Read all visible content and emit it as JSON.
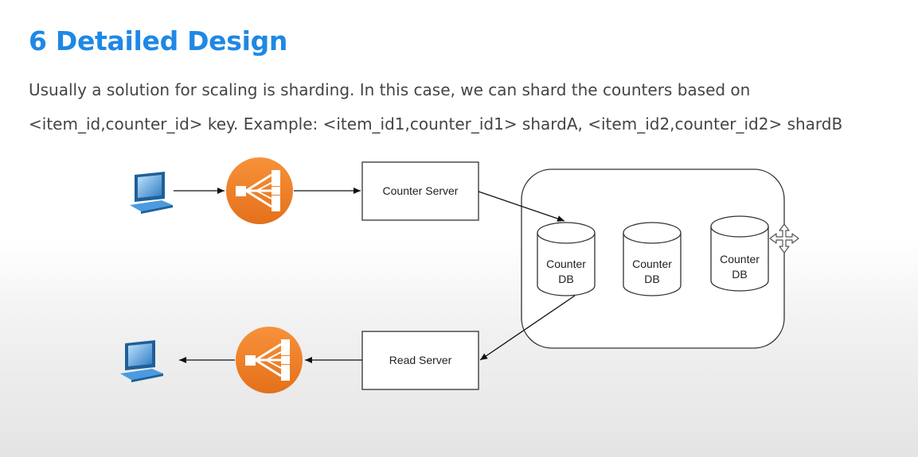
{
  "slide": {
    "title": "6 Detailed Design",
    "body_lines": [
      "Usually a solution for scaling is sharding. In this case, we can shard the counters based on",
      "<item_id,counter_id> key. Example: <item_id1,counter_id1> shardA, <item_id2,counter_id2> shardB"
    ]
  },
  "diagram": {
    "counter_server_label": "Counter Server",
    "read_server_label": "Read Server",
    "databases": [
      {
        "line1": "Counter",
        "line2": "DB"
      },
      {
        "line1": "Counter",
        "line2": "DB"
      },
      {
        "line1": "Counter",
        "line2": "DB"
      }
    ],
    "icons": {
      "client": "laptop-icon",
      "load_balancer": "load-balancer-icon",
      "cursor": "move-cursor-icon"
    },
    "colors": {
      "title": "#1e88e5",
      "load_balancer": "#f07e26",
      "laptop": "#3a8fd6"
    }
  }
}
